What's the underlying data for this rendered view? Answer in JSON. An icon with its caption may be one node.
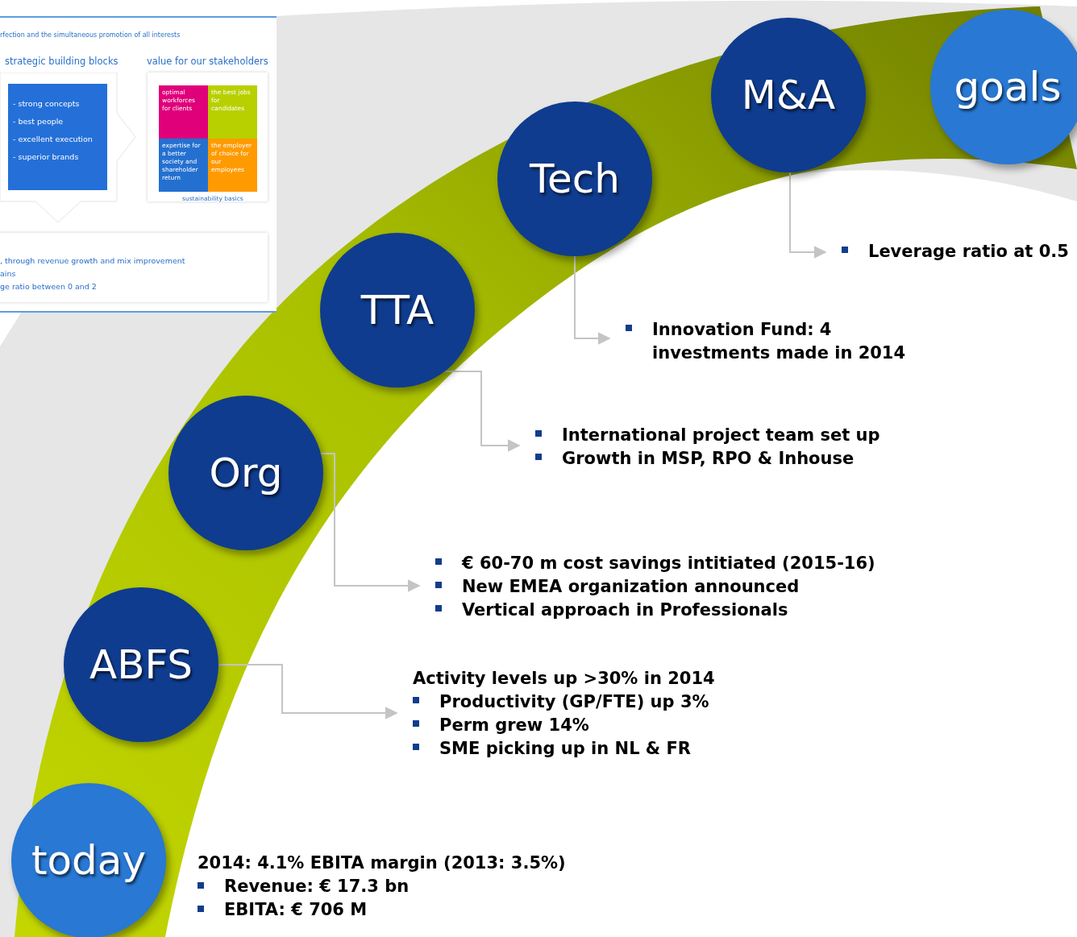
{
  "diagram": {
    "nodes": [
      {
        "text": [
          "today"
        ]
      },
      {
        "text": [
          "ABFS"
        ]
      },
      {
        "text": [
          "Org"
        ]
      },
      {
        "text": [
          "TTA"
        ]
      },
      {
        "text": [
          "Tech"
        ]
      },
      {
        "text": [
          "M&A"
        ]
      },
      {
        "text": [
          "goals"
        ]
      },
      {
        "text": [
          "Activity levels up >30% in 2014",
          "Productivity (GP/FTE) up 3%",
          "Perm grew 14%",
          "SME picking up in NL & FR"
        ]
      },
      {
        "text": [
          "€ 60-70 m cost savings intitiated (2015-16)",
          "New EMEA organization announced",
          "Vertical approach in Professionals"
        ]
      },
      {
        "text": [
          "International project team set up",
          "Growth in MSP, RPO & Inhouse"
        ]
      },
      {
        "text": [
          "Innovation Fund: 4 investments made in 2014"
        ]
      },
      {
        "text": [
          "Leverage ratio at 0.5"
        ]
      },
      {
        "text": [
          "rfection and the simultaneous promotion of all interests"
        ]
      },
      {
        "text": [
          "strategic building blocks",
          "- strong concepts",
          "- best people",
          "- excellent execution",
          "- superior brands"
        ],
        "in": 12
      },
      {
        "text": [
          "value for our stakeholders",
          "sustainability basics"
        ],
        "in": 12
      },
      {
        "text": [
          "optimal workforces for clients"
        ],
        "in": 14
      },
      {
        "text": [
          "the best jobs for candidates"
        ],
        "in": 14
      },
      {
        "text": [
          "expertise for a better society and shareholder return"
        ],
        "in": 14
      },
      {
        "text": [
          "the employer of choice for our employees"
        ],
        "in": 14
      },
      {
        "text": [
          ", through revenue growth and mix improvement",
          "ains",
          "ge ratio between 0 and 2"
        ],
        "in": 12
      }
    ],
    "edges": [
      {
        "from": 1,
        "to": 7,
        "arrow": "to"
      },
      {
        "from": 2,
        "to": 8,
        "arrow": "to"
      },
      {
        "from": 3,
        "to": 9,
        "arrow": "to"
      },
      {
        "from": 4,
        "to": 10,
        "arrow": "to"
      },
      {
        "from": 5,
        "to": 11,
        "arrow": "to"
      }
    ],
    "labels": [
      "2014: 4.1% EBITA margin (2013: 3.5%)",
      "Revenue: € 17.3 bn",
      "EBITA: € 706 M"
    ]
  }
}
